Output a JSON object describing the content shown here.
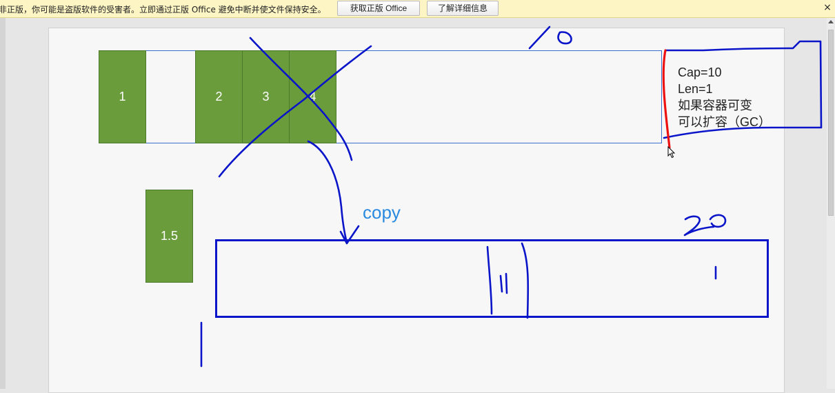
{
  "notification_bar": {
    "message": "非正版，你可能是盗版软件的受害者。立即通过正版 Office 避免中断并使文件保持安全。",
    "get_genuine_label": "获取正版 Office",
    "learn_more_label": "了解详细信息",
    "close_glyph": "×"
  },
  "slide": {
    "array_cells": [
      "1",
      "2",
      "3",
      "4"
    ],
    "moved_cell": "1.5",
    "info_lines": [
      "Cap=10",
      "Len=1",
      "如果容器可变",
      "可以扩容（GC）"
    ],
    "copy_label": "copy"
  },
  "ink_colors": {
    "blue": "#0a14c8",
    "red": "#ee1111"
  }
}
